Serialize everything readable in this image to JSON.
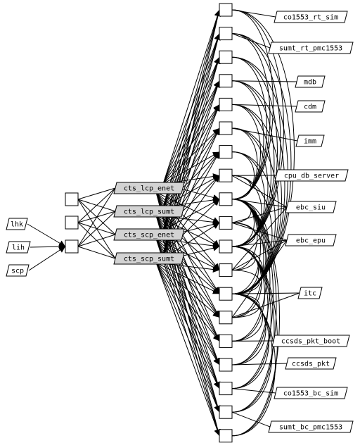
{
  "colors": {
    "background": "#ffffff",
    "stroke": "#000000",
    "task_fill": "#d3d3d3",
    "box_fill": "#ffffff"
  },
  "inputs": [
    "lhk",
    "lih",
    "scp"
  ],
  "tasks": [
    "cts_lcp_enet",
    "cts_lcp_sumt",
    "cts_scp_enet",
    "cts_scp_sumt"
  ],
  "targets": [
    "co1553_rt_sim",
    "sumt_rt_pmc1553",
    "mdb",
    "cdm",
    "imm",
    "cpu_db_server",
    "ebc_siu",
    "ebc_epu",
    "itc",
    "ccsds_pkt_boot",
    "ccsds_pkt",
    "co1553_bc_sim",
    "sumt_bc_pmc1553"
  ]
}
